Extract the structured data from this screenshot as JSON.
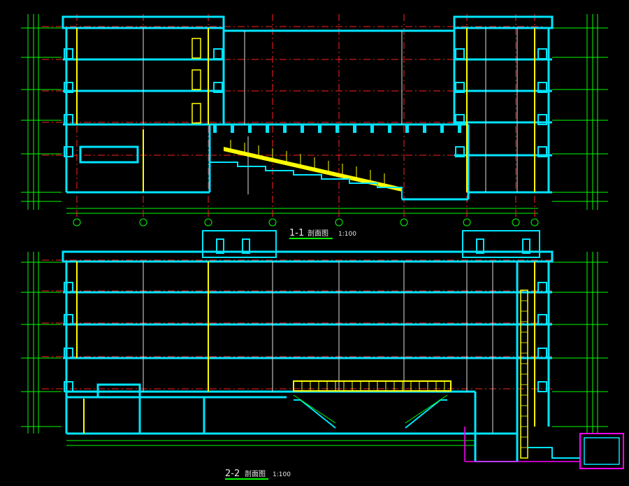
{
  "sections": [
    {
      "id": "1-1",
      "label": "1-1",
      "title": "剖面图",
      "scale": "1:100"
    },
    {
      "id": "2-2",
      "label": "2-2",
      "title": "剖面图",
      "scale": "1:100"
    }
  ],
  "colors": {
    "background": "#000000",
    "wall": "#00e5ff",
    "column": "#ffff00",
    "dimension": "#00ff00",
    "axis": "#ff2020",
    "slab": "#00e5ff",
    "stair": "#ffff00",
    "misc": "#ff00ff",
    "text": "#ffffff"
  }
}
